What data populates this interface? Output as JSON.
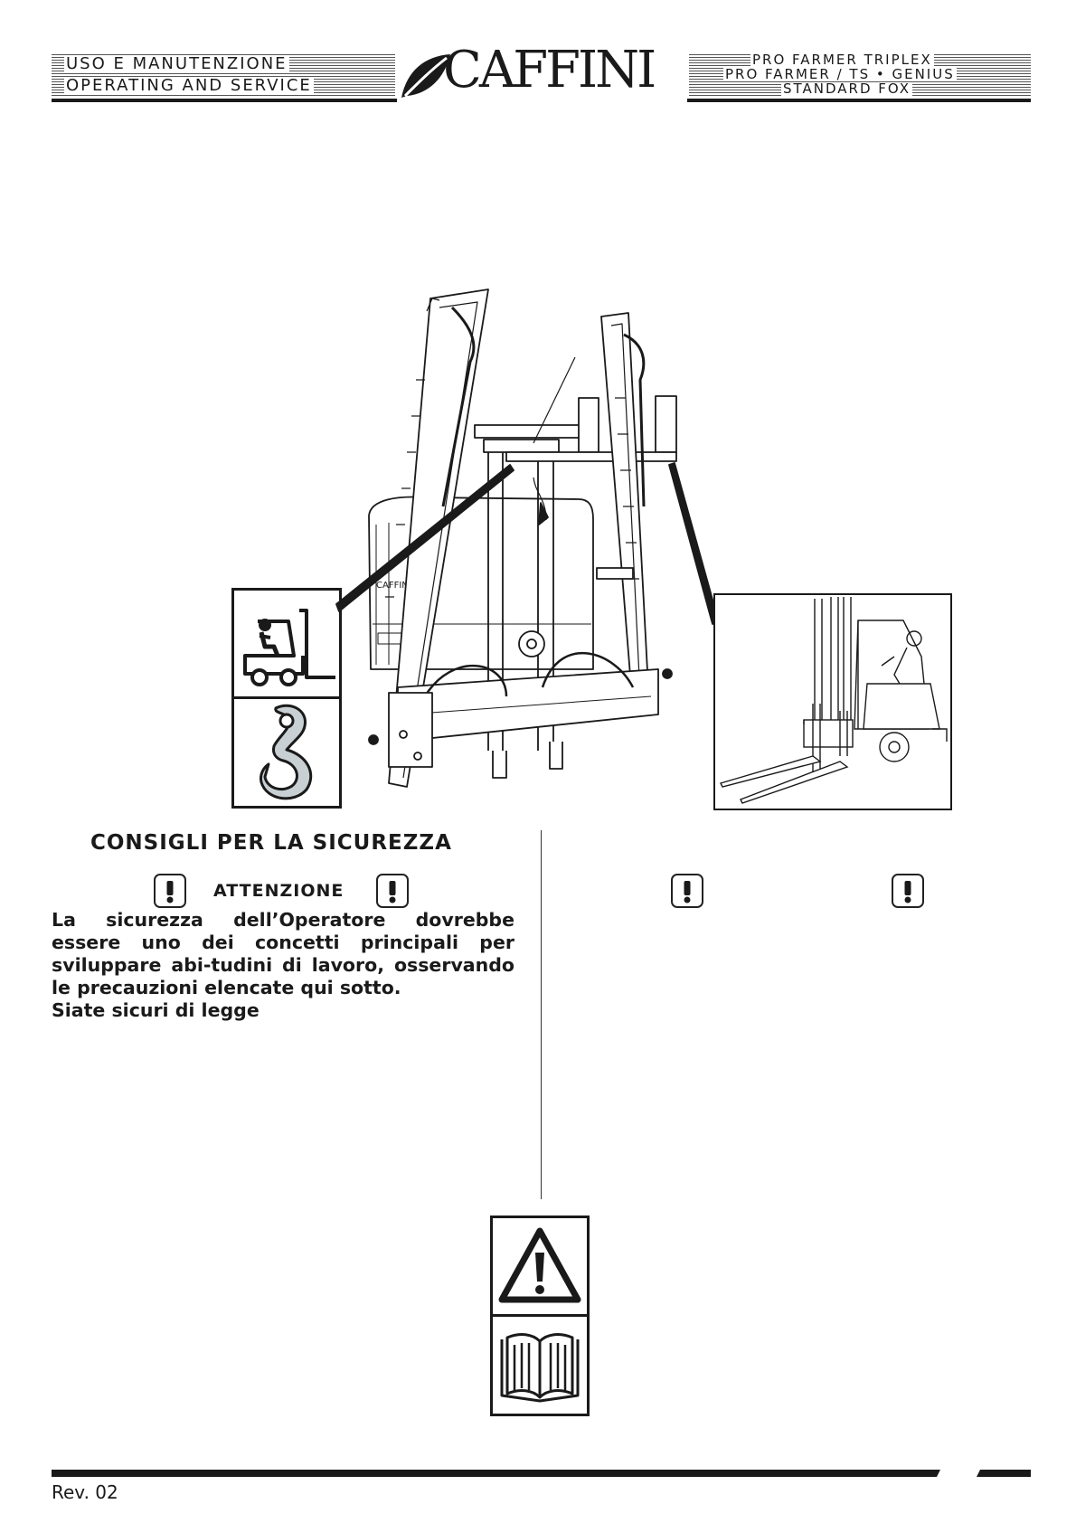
{
  "header": {
    "left_line1": "USO E MANUTENZIONE",
    "left_line2": "OPERATING AND SERVICE",
    "brand": "CAFFINI",
    "right_line1": "PRO FARMER TRIPLEX",
    "right_line2": "PRO FARMER / TS • GENIUS",
    "right_line3": "STANDARD FOX"
  },
  "illustration": {
    "tank_brand": "CAFFINI",
    "icons": [
      "forklift-icon",
      "lifting-hook-icon",
      "warning-triangle-icon",
      "read-manual-icon"
    ]
  },
  "section": {
    "title": "CONSIGLI PER LA SICUREZZA",
    "warning_label": "ATTENZIONE",
    "body_lines": [
      "La sicurezza dell’Operatore dovrebbe essere uno dei concetti principali per sviluppare abi-tudini di lavoro, osservando le precauzioni elencate qui sotto.",
      "Siate sicuri di legge"
    ]
  },
  "footer": {
    "revision": "Rev. 02"
  }
}
